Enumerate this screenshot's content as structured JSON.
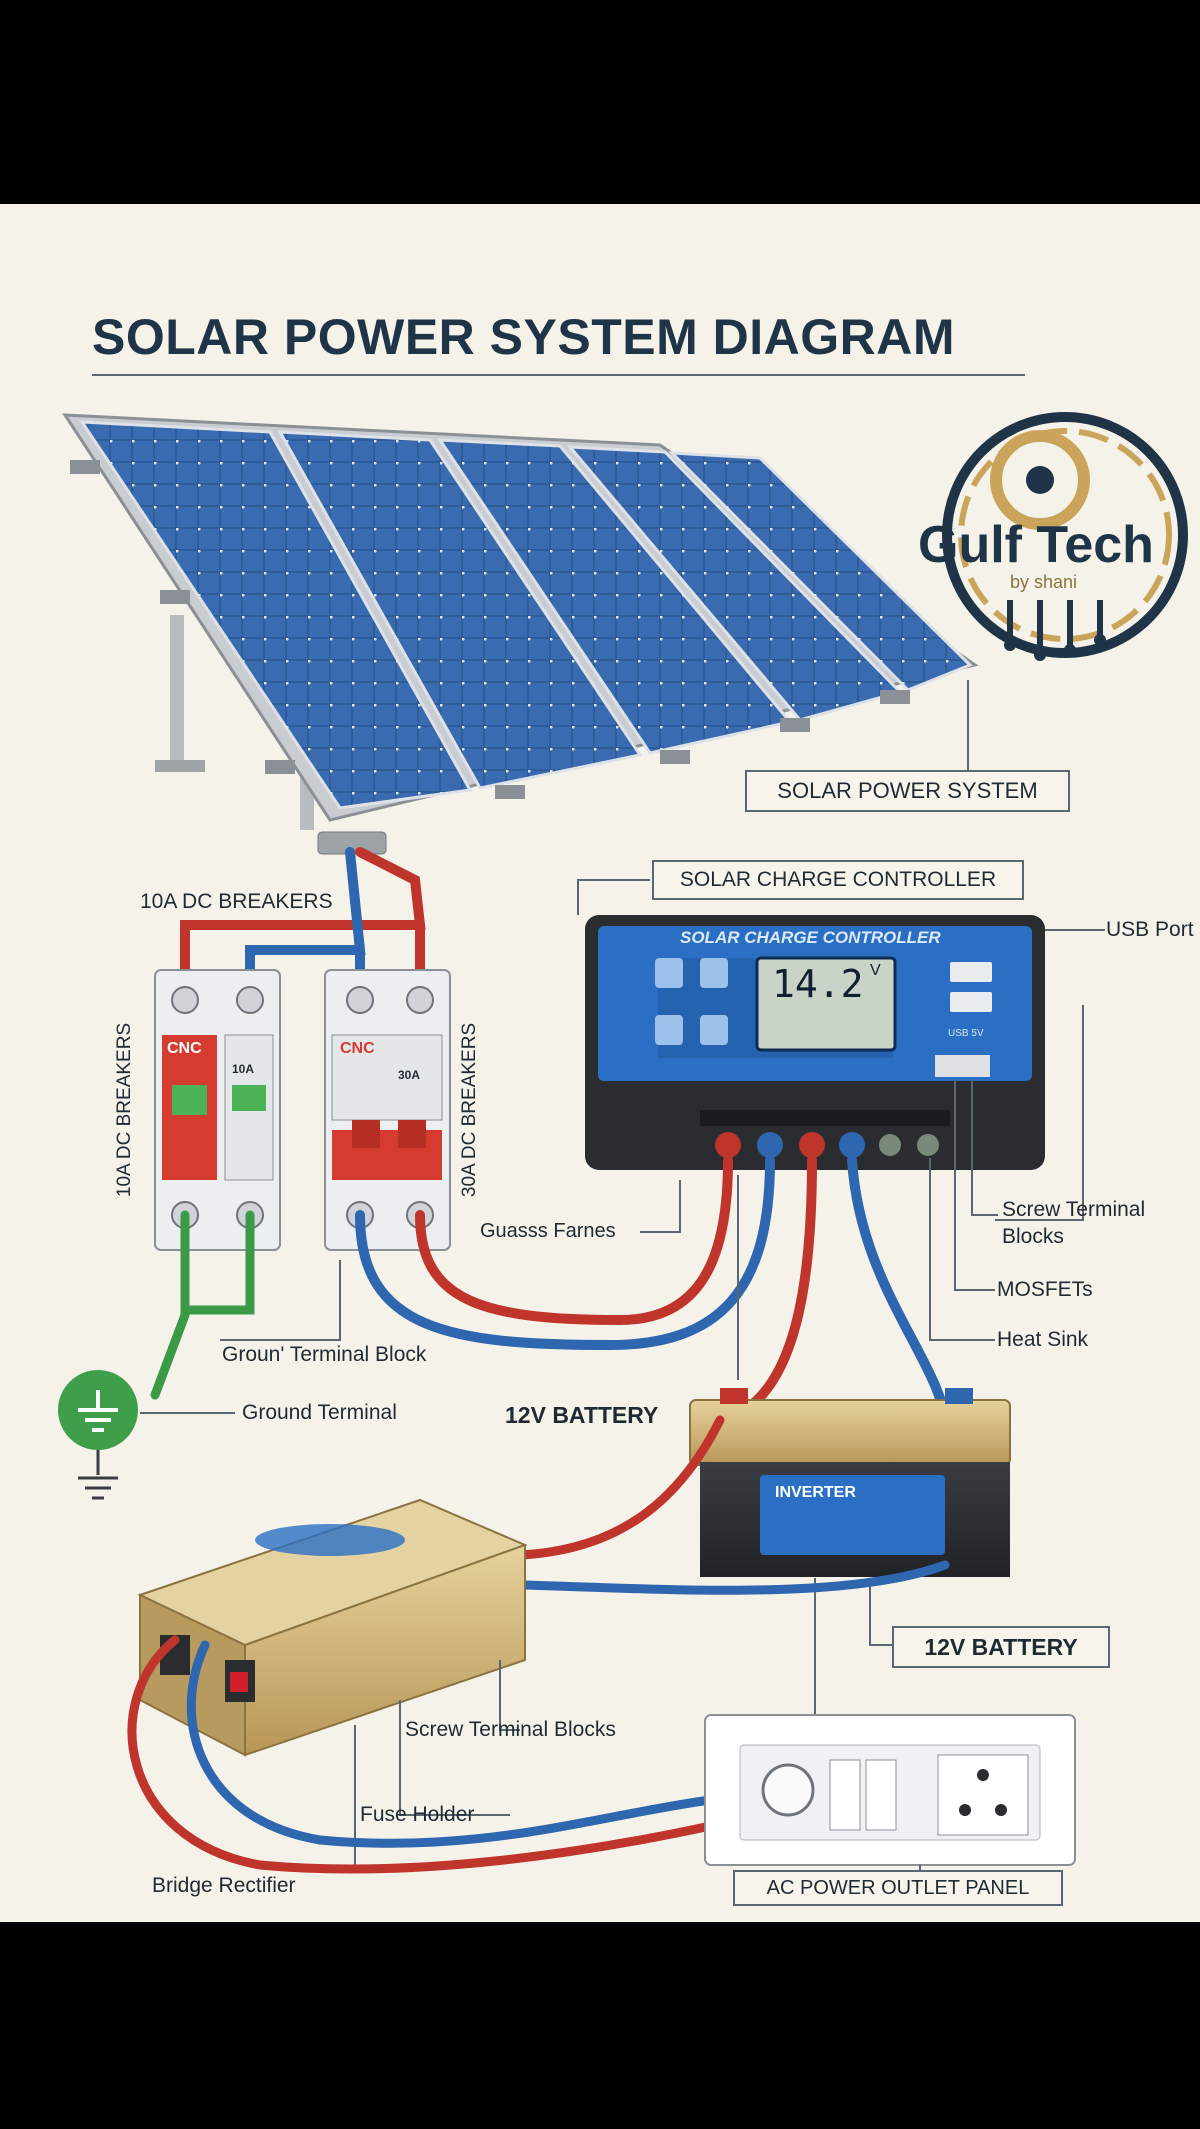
{
  "title": "SOLAR POWER SYSTEM DIAGRAM",
  "logo": {
    "brand": "Gulf Tech",
    "tagline": "by shani"
  },
  "labels": {
    "solar_power_system": "SOLAR POWER SYSTEM",
    "solar_charge_controller": "SOLAR CHARGE CONTROLLER",
    "usb_port": "USB Port",
    "breakers_top": "10A DC BREAKERS",
    "breakers_left_vertical": "10A DC BREAKERS",
    "breakers_right_vertical": "30A DC BREAKERS",
    "guasss_farnes": "Guasss Farnes",
    "screw_terminal_blocks_1": "Screw Terminal",
    "screw_terminal_blocks_2": "Blocks",
    "mosfets": "MOSFETs",
    "heat_sink": "Heat Sink",
    "ground_terminal_block": "Groun' Terminal Block",
    "ground_terminal": "Ground Terminal",
    "battery_top": "12V BATTERY",
    "battery_box": "12V BATTERY",
    "screw_terminal_blocks_lower": "Screw Terminal Blocks",
    "fuse_holder": "Fuse Holder",
    "bridge_rectifier": "Bridge Rectifier",
    "ac_power_outlet_panel": "AC POWER OUTLET PANEL"
  },
  "controller": {
    "face_title": "SOLAR CHARGE CONTROLLER",
    "display_value": "14.2",
    "display_unit": "V",
    "usb_tag": "USB 5V"
  },
  "breakers": {
    "left": {
      "brand": "CNC",
      "rating": "10A"
    },
    "right": {
      "brand": "CNC",
      "rating": "30A"
    }
  },
  "battery": {
    "face_label": "INVERTER"
  },
  "colors": {
    "background": "#f5f2ea",
    "panel_cell": "#2f5f9e",
    "wire_red": "#c0352b",
    "wire_blue": "#2f66b0",
    "wire_green": "#3a9a45",
    "controller_blue": "#2a6fc4",
    "brand_navy": "#1f3446",
    "brand_gold": "#c9a45a"
  }
}
